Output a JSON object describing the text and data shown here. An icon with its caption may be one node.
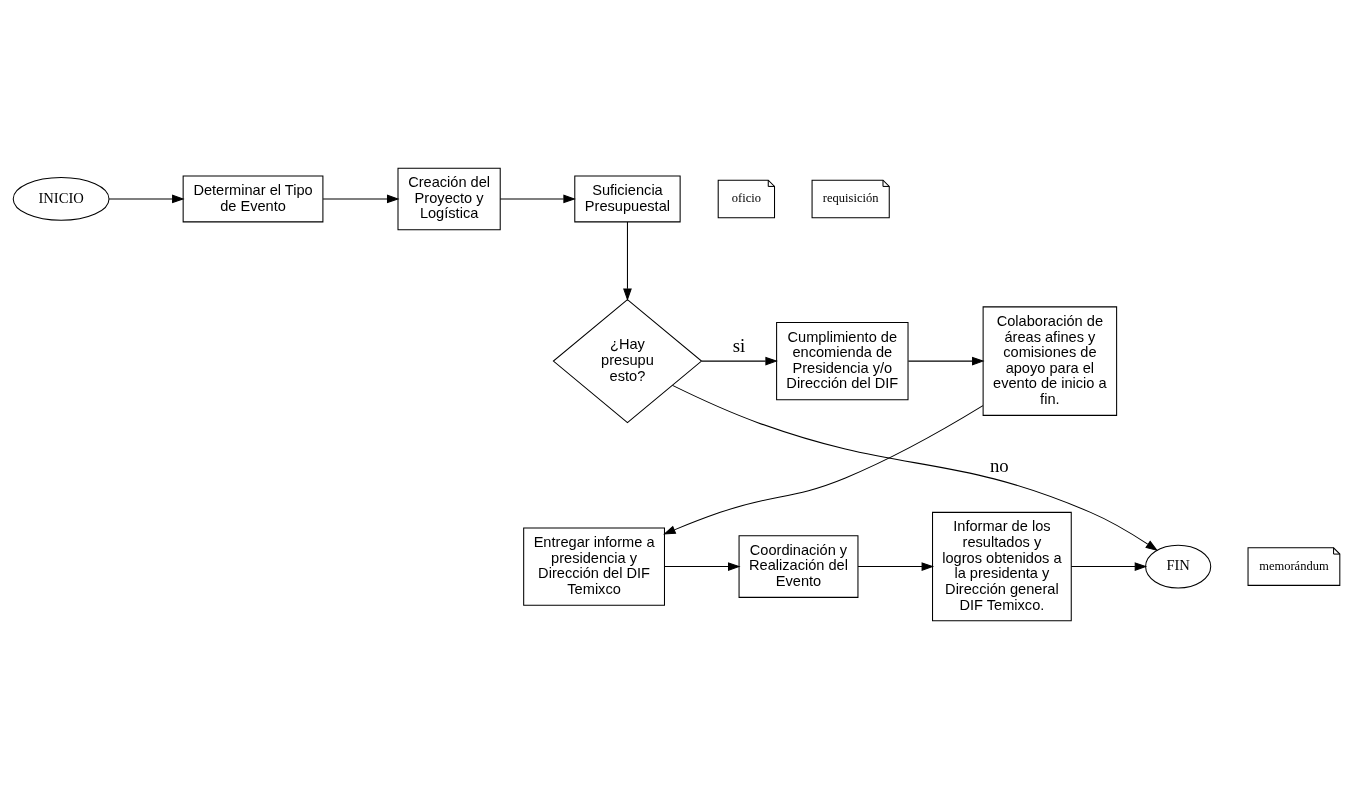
{
  "diagram": {
    "nodes": [
      {
        "text": [
          "INICIO"
        ]
      },
      {
        "text": [
          "Determinar el Tipo de Evento"
        ]
      },
      {
        "text": [
          "oficio"
        ]
      },
      {
        "text": [
          "Creación del Proyecto y Logística"
        ]
      },
      {
        "text": [
          "Suficiencia Presupuestal"
        ]
      },
      {
        "text": [
          "requisición"
        ]
      },
      {
        "text": [
          "¿Hay presupu esto?"
        ]
      },
      {
        "text": [
          "Cumplimiento de encomienda de Presidencia y/o Dirección del DIF"
        ]
      },
      {
        "text": [
          "Colaboración de áreas afines y comisiones de apoyo para el evento de inicio a fin."
        ]
      },
      {
        "text": [
          "Entregar informe a presidencia y Dirección del DIF Temixco"
        ]
      },
      {
        "text": [
          "Coordinación y Realización del Evento"
        ]
      },
      {
        "text": [
          "memorándum"
        ]
      },
      {
        "text": [
          "Informar de los resultados y logros obtenidos a la presidenta y Dirección general DIF Temixco."
        ]
      },
      {
        "text": [
          "FIN"
        ]
      }
    ],
    "edges": [
      {
        "from": 0,
        "to": 1,
        "arrow": "to"
      },
      {
        "from": 1,
        "to": 3,
        "arrow": "to"
      },
      {
        "from": 3,
        "to": 4,
        "arrow": "to"
      },
      {
        "from": 4,
        "to": 6,
        "arrow": "to"
      },
      {
        "from": 6,
        "to": 7,
        "arrow": "to",
        "label": "si"
      },
      {
        "from": 7,
        "to": 8,
        "arrow": "to"
      },
      {
        "from": 8,
        "to": 9,
        "arrow": "to"
      },
      {
        "from": 9,
        "to": 10,
        "arrow": "to"
      },
      {
        "from": 10,
        "to": 12,
        "arrow": "to"
      },
      {
        "from": 12,
        "to": 13,
        "arrow": "to"
      },
      {
        "from": 6,
        "to": 13,
        "arrow": "to",
        "label": "no"
      }
    ]
  }
}
